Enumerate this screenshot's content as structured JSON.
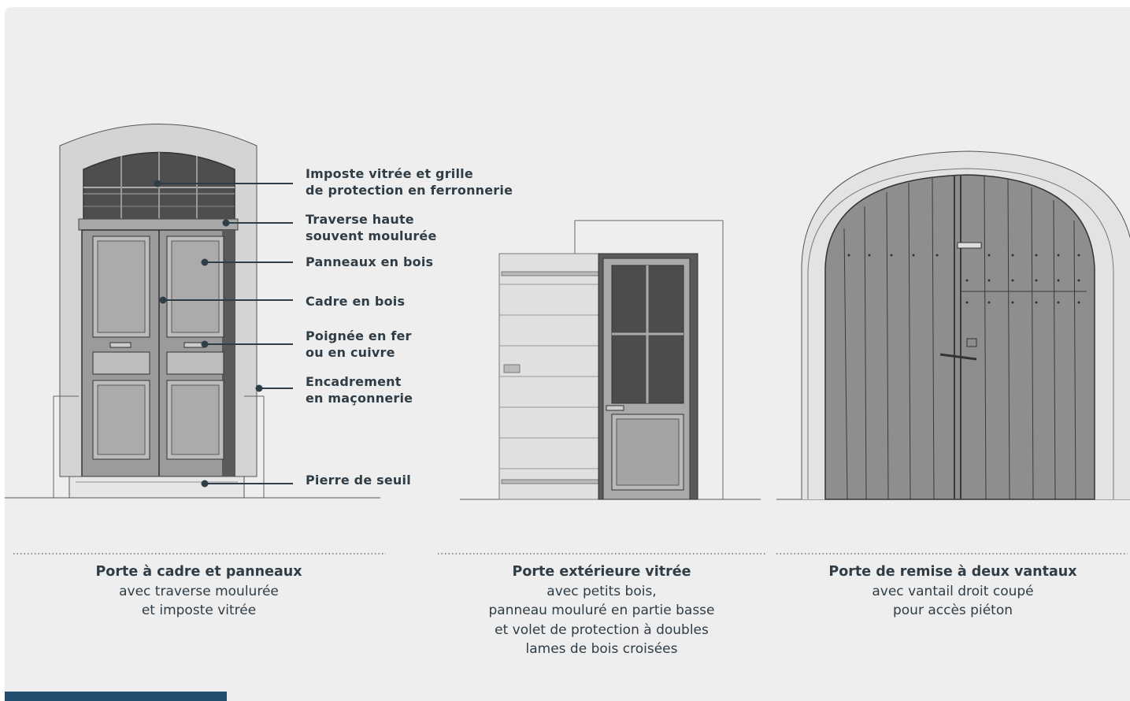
{
  "colors": {
    "background": "#eeeeee",
    "text": "#2f3d46",
    "accent": "#1f4e6e"
  },
  "labels": {
    "imposte": [
      "Imposte vitrée et grille",
      "de protection en ferronnerie"
    ],
    "traverse": [
      "Traverse haute",
      "souvent moulurée"
    ],
    "panneaux": "Panneaux en bois",
    "cadre": "Cadre en bois",
    "poignee": [
      "Poignée en fer",
      "ou en cuivre"
    ],
    "encadrement": [
      "Encadrement",
      "en maçonnerie"
    ],
    "seuil": "Pierre de seuil"
  },
  "captions": [
    {
      "title": "Porte à cadre et panneaux",
      "lines": [
        "avec traverse moulurée",
        "et imposte vitrée"
      ]
    },
    {
      "title": "Porte extérieure vitrée",
      "lines": [
        "avec petits bois,",
        "panneau mouluré en partie basse",
        "et volet de protection à doubles",
        "lames de bois croisées"
      ]
    },
    {
      "title": "Porte de remise à deux vantaux",
      "lines": [
        "avec vantail droit coupé",
        "pour accès piéton"
      ]
    }
  ]
}
